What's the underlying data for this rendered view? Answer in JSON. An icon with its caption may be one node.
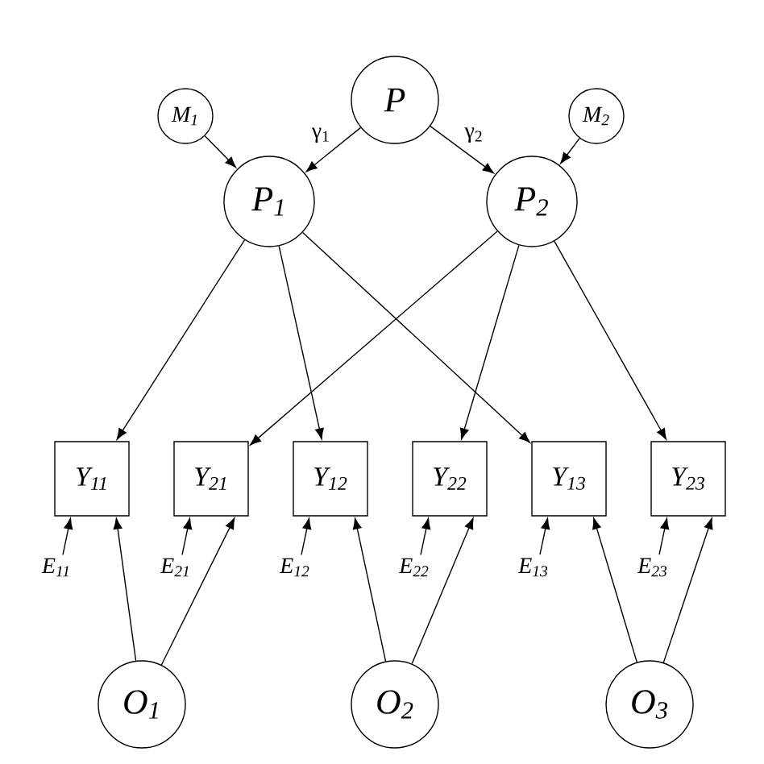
{
  "diagram": {
    "nodes": [
      {
        "text": [
          "P"
        ]
      },
      {
        "text": [
          "M$_{1}$"
        ]
      },
      {
        "text": [
          "M$_{2}$"
        ]
      },
      {
        "text": [
          "P$_{1}$"
        ]
      },
      {
        "text": [
          "P$_{2}$"
        ]
      },
      {
        "text": [
          "Y$_{11}$"
        ]
      },
      {
        "text": [
          "Y$_{21}$"
        ]
      },
      {
        "text": [
          "Y$_{12}$"
        ]
      },
      {
        "text": [
          "Y$_{22}$"
        ]
      },
      {
        "text": [
          "Y$_{13}$"
        ]
      },
      {
        "text": [
          "Y$_{23}$"
        ]
      },
      {
        "text": [
          "E$_{11}$"
        ]
      },
      {
        "text": [
          "E$_{21}$"
        ]
      },
      {
        "text": [
          "E$_{12}$"
        ]
      },
      {
        "text": [
          "E$_{22}$"
        ]
      },
      {
        "text": [
          "E$_{13}$"
        ]
      },
      {
        "text": [
          "E$_{23}$"
        ]
      },
      {
        "text": [
          "O$_{1}$"
        ]
      },
      {
        "text": [
          "O$_{2}$"
        ]
      },
      {
        "text": [
          "O$_{3}$"
        ]
      }
    ],
    "edges": [
      {
        "from": 0,
        "to": 3,
        "arrow": "to",
        "label": "γ$_{1}$"
      },
      {
        "from": 0,
        "to": 4,
        "arrow": "to",
        "label": "γ$_{2}$"
      },
      {
        "from": 1,
        "to": 3,
        "arrow": "to"
      },
      {
        "from": 2,
        "to": 4,
        "arrow": "to"
      },
      {
        "from": 3,
        "to": 5,
        "arrow": "to"
      },
      {
        "from": 3,
        "to": 7,
        "arrow": "to"
      },
      {
        "from": 3,
        "to": 9,
        "arrow": "to"
      },
      {
        "from": 4,
        "to": 6,
        "arrow": "to"
      },
      {
        "from": 4,
        "to": 8,
        "arrow": "to"
      },
      {
        "from": 4,
        "to": 10,
        "arrow": "to"
      },
      {
        "from": 11,
        "to": 5,
        "arrow": "to"
      },
      {
        "from": 12,
        "to": 6,
        "arrow": "to"
      },
      {
        "from": 13,
        "to": 7,
        "arrow": "to"
      },
      {
        "from": 14,
        "to": 8,
        "arrow": "to"
      },
      {
        "from": 15,
        "to": 9,
        "arrow": "to"
      },
      {
        "from": 16,
        "to": 10,
        "arrow": "to"
      },
      {
        "from": 17,
        "to": 5,
        "arrow": "to"
      },
      {
        "from": 17,
        "to": 6,
        "arrow": "to"
      },
      {
        "from": 18,
        "to": 7,
        "arrow": "to"
      },
      {
        "from": 18,
        "to": 8,
        "arrow": "to"
      },
      {
        "from": 19,
        "to": 9,
        "arrow": "to"
      },
      {
        "from": 19,
        "to": 10,
        "arrow": "to"
      }
    ]
  }
}
